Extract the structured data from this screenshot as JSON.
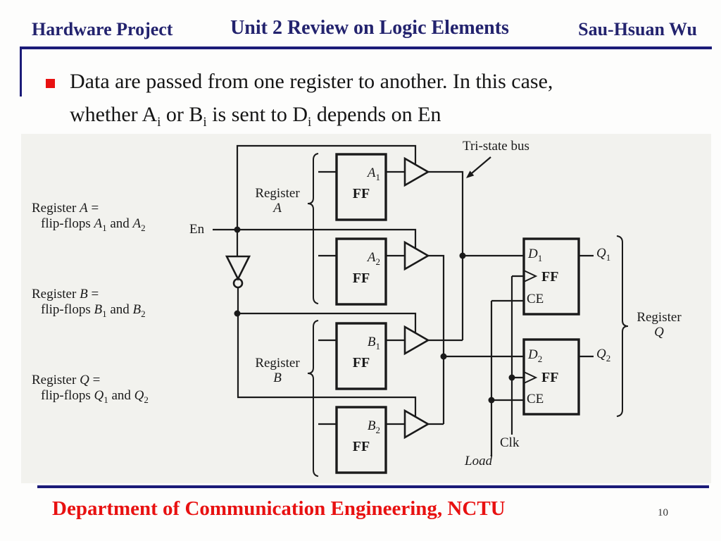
{
  "colors": {
    "navy": "#23236e",
    "rule_navy": "#1b1b78",
    "red": "#e81111",
    "ink": "#1a1a1a",
    "scan_bg": "#f2f2ee"
  },
  "header": {
    "course": "Hardware Project",
    "title": "Unit 2 Review on Logic Elements",
    "author": "Sau-Hsuan Wu"
  },
  "bullet": {
    "line1": "Data are passed from one register to another. In this case,",
    "line2": {
      "pre": "whether A",
      "sub": "i",
      "mid1": " or B",
      "mid2": " is sent to D",
      "post": " depends on En"
    }
  },
  "figure": {
    "defs": [
      {
        "pre": "Register ",
        "letter": "A",
        "eq": " =",
        "line2_pre": "flip-flops ",
        "sub1": "1",
        "and": " and ",
        "sub2": "2"
      },
      {
        "pre": "Register ",
        "letter": "B",
        "eq": " =",
        "line2_pre": "flip-flops ",
        "sub1": "1",
        "and": " and ",
        "sub2": "2"
      },
      {
        "pre": "Register ",
        "letter": "Q",
        "eq": " =",
        "line2_pre": "flip-flops ",
        "sub1": "1",
        "and": " and ",
        "sub2": "2"
      }
    ],
    "en": "En",
    "tri_state": "Tri-state bus",
    "group_a": {
      "word": "Register",
      "letter": "A"
    },
    "group_b": {
      "word": "Register",
      "letter": "B"
    },
    "group_q": {
      "word": "Register",
      "letter": "Q"
    },
    "ff": [
      {
        "letter": "A",
        "sub": "1",
        "ff": "FF"
      },
      {
        "letter": "A",
        "sub": "2",
        "ff": "FF"
      },
      {
        "letter": "B",
        "sub": "1",
        "ff": "FF"
      },
      {
        "letter": "B",
        "sub": "2",
        "ff": "FF"
      }
    ],
    "dff": [
      {
        "letter": "D",
        "sub": "1",
        "ff": "FF",
        "ce": "CE"
      },
      {
        "letter": "D",
        "sub": "2",
        "ff": "FF",
        "ce": "CE"
      }
    ],
    "qout": [
      {
        "letter": "Q",
        "sub": "1"
      },
      {
        "letter": "Q",
        "sub": "2"
      }
    ],
    "clk": "Clk",
    "load": "Load"
  },
  "footer": {
    "department": "Department of Communication Engineering, NCTU",
    "page": "10"
  }
}
